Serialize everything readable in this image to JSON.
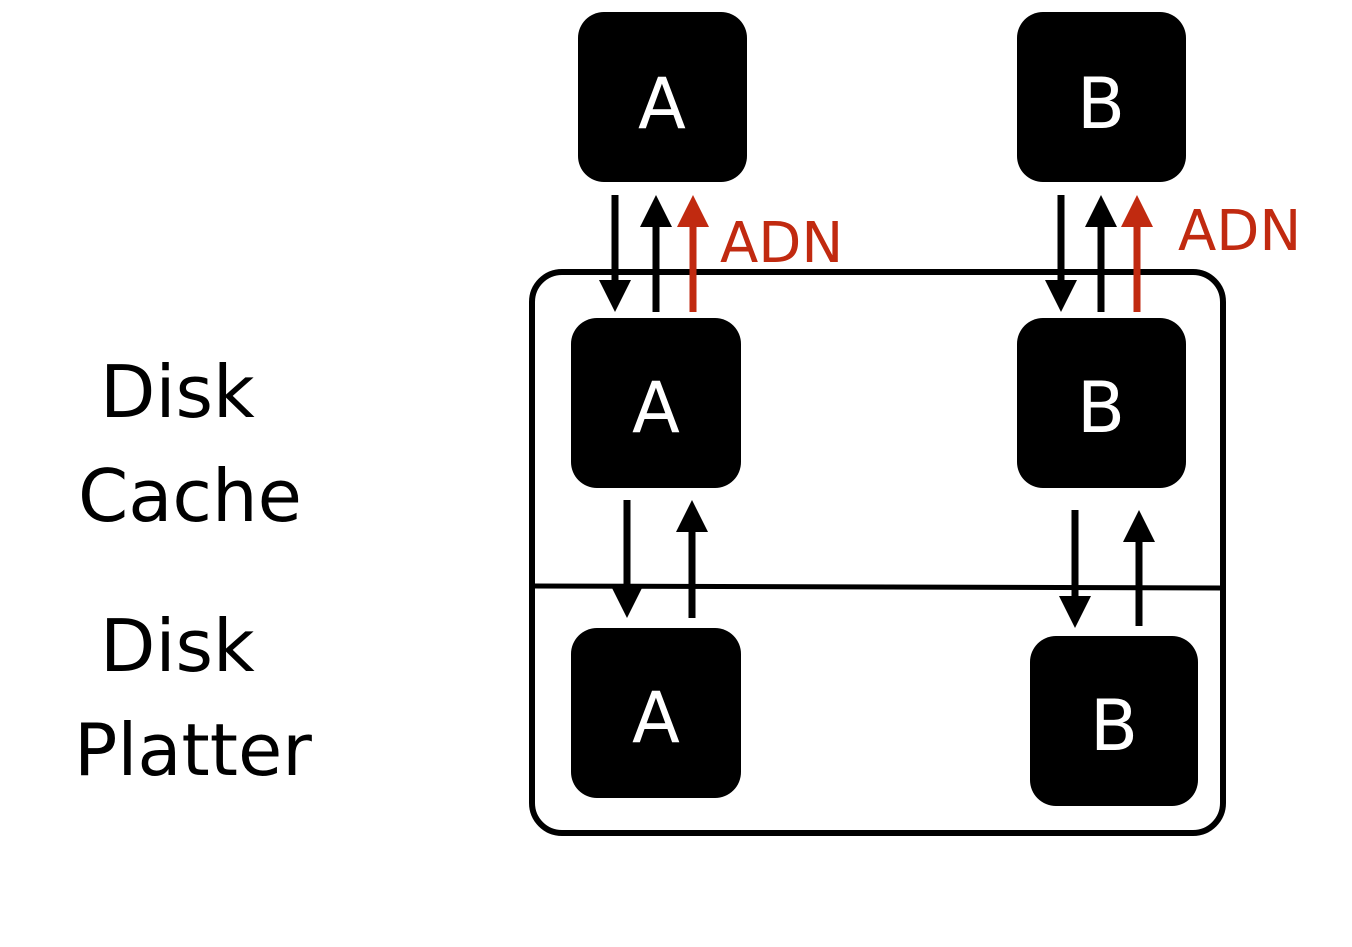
{
  "labels": {
    "disk_cache_line1": "Disk",
    "disk_cache_line2": "Cache",
    "disk_platter_line1": "Disk",
    "disk_platter_line2": "Platter"
  },
  "nodes": {
    "app_a": "A",
    "app_b": "B",
    "cache_a": "A",
    "cache_b": "B",
    "platter_a": "A",
    "platter_b": "B"
  },
  "annotations": {
    "adn_a": "ADN",
    "adn_b": "ADN"
  },
  "colors": {
    "node_fill": "#000000",
    "node_text": "#ffffff",
    "arrow": "#000000",
    "adn_arrow": "#c12a10"
  }
}
